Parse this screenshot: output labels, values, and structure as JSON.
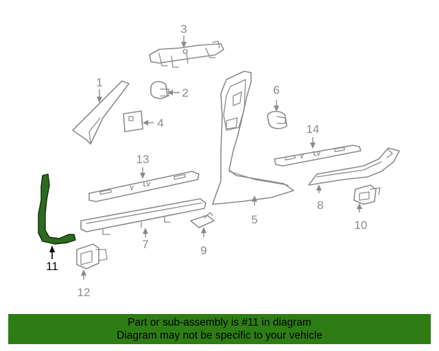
{
  "callouts": {
    "c1": "1",
    "c2": "2",
    "c3": "3",
    "c4": "4",
    "c5": "5",
    "c6": "6",
    "c7": "7",
    "c8": "8",
    "c9": "9",
    "c10": "10",
    "c11": "11",
    "c12": "12",
    "c13": "13",
    "c14": "14"
  },
  "highlighted_part": "11",
  "emboss": {
    "v": "V",
    "lv": "LV"
  },
  "banner": {
    "line1": "Part or sub-assembly is #11 in diagram",
    "line2": "Diagram may not be specific to your vehicle"
  },
  "colors": {
    "highlight": "#2c6b1f",
    "banner": "#2e7d14",
    "line": "#8a8a8a"
  }
}
